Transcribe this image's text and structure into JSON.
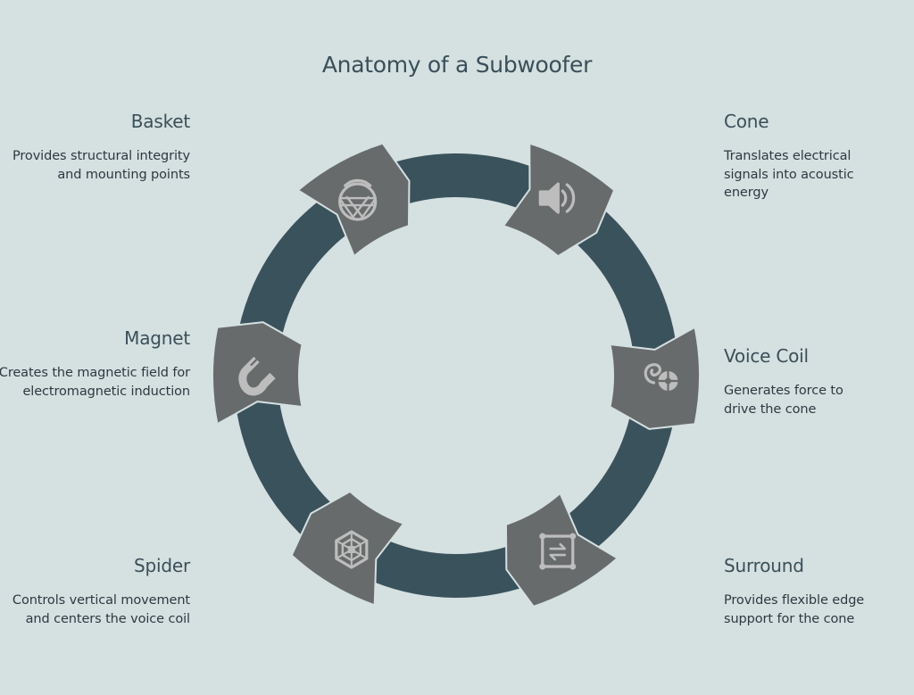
{
  "title": "Anatomy of a Subwoofer",
  "colors": {
    "background": "#d5e0e1",
    "ring": "#3a525b",
    "segment": "#686b6b",
    "icon": "#bdbdbd",
    "title": "#3a4f58"
  },
  "parts": [
    {
      "name": "Basket",
      "description": "Provides structural integrity and mounting points",
      "icon": "basket-icon",
      "side": "left"
    },
    {
      "name": "Cone",
      "description": "Translates electrical signals into acoustic energy",
      "icon": "speaker-icon",
      "side": "right"
    },
    {
      "name": "Magnet",
      "description": "Creates the magnetic field for electromagnetic induction",
      "icon": "magnet-icon",
      "side": "left"
    },
    {
      "name": "Voice Coil",
      "description": "Generates force to drive the cone",
      "icon": "coil-icon",
      "side": "right"
    },
    {
      "name": "Spider",
      "description": "Controls vertical movement and centers the voice coil",
      "icon": "spiderweb-icon",
      "side": "left"
    },
    {
      "name": "Surround",
      "description": "Provides flexible edge support for the cone",
      "icon": "surround-icon",
      "side": "right"
    }
  ]
}
